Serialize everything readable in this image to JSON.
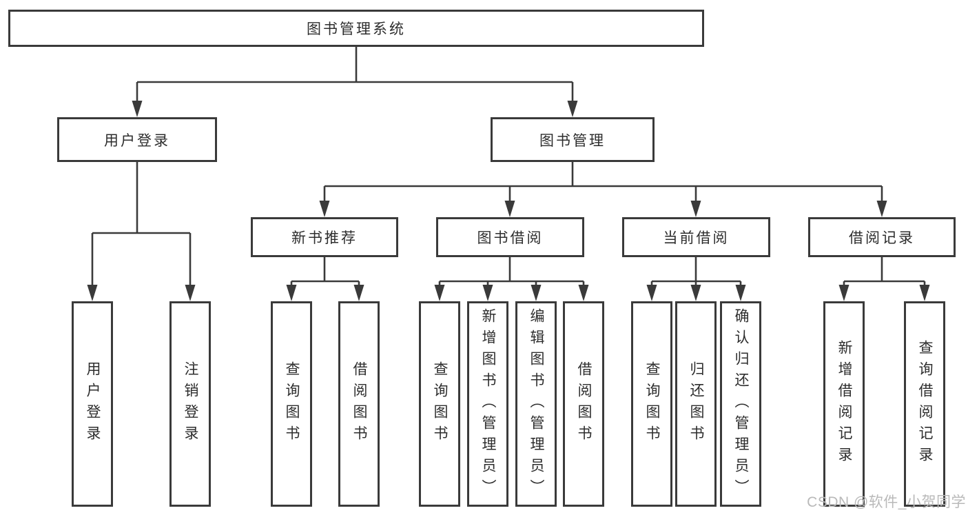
{
  "colors": {
    "line": "#3a3a3a",
    "box_border": "#3a3a3a",
    "text": "#2d2d2d",
    "watermark": "#b9b9b9",
    "background": "#ffffff"
  },
  "tree": {
    "root": {
      "label": "图书管理系统"
    },
    "branches": [
      {
        "label": "用户登录",
        "children": [
          {
            "label": "用户登录"
          },
          {
            "label": "注销登录"
          }
        ]
      },
      {
        "label": "图书管理",
        "modules": [
          {
            "label": "新书推荐",
            "children": [
              {
                "label": "查询图书"
              },
              {
                "label": "借阅图书"
              }
            ]
          },
          {
            "label": "图书借阅",
            "children": [
              {
                "label": "查询图书"
              },
              {
                "label": "新增图书（管理员）"
              },
              {
                "label": "编辑图书（管理员）"
              },
              {
                "label": "借阅图书"
              }
            ]
          },
          {
            "label": "当前借阅",
            "children": [
              {
                "label": "查询图书"
              },
              {
                "label": "归还图书"
              },
              {
                "label": "确认归还（管理员）"
              }
            ]
          },
          {
            "label": "借阅记录",
            "children": [
              {
                "label": "新增借阅记录"
              },
              {
                "label": "查询借阅记录"
              }
            ]
          }
        ]
      }
    ]
  },
  "watermark": {
    "text": "CSDN @软件_小贺同学"
  }
}
